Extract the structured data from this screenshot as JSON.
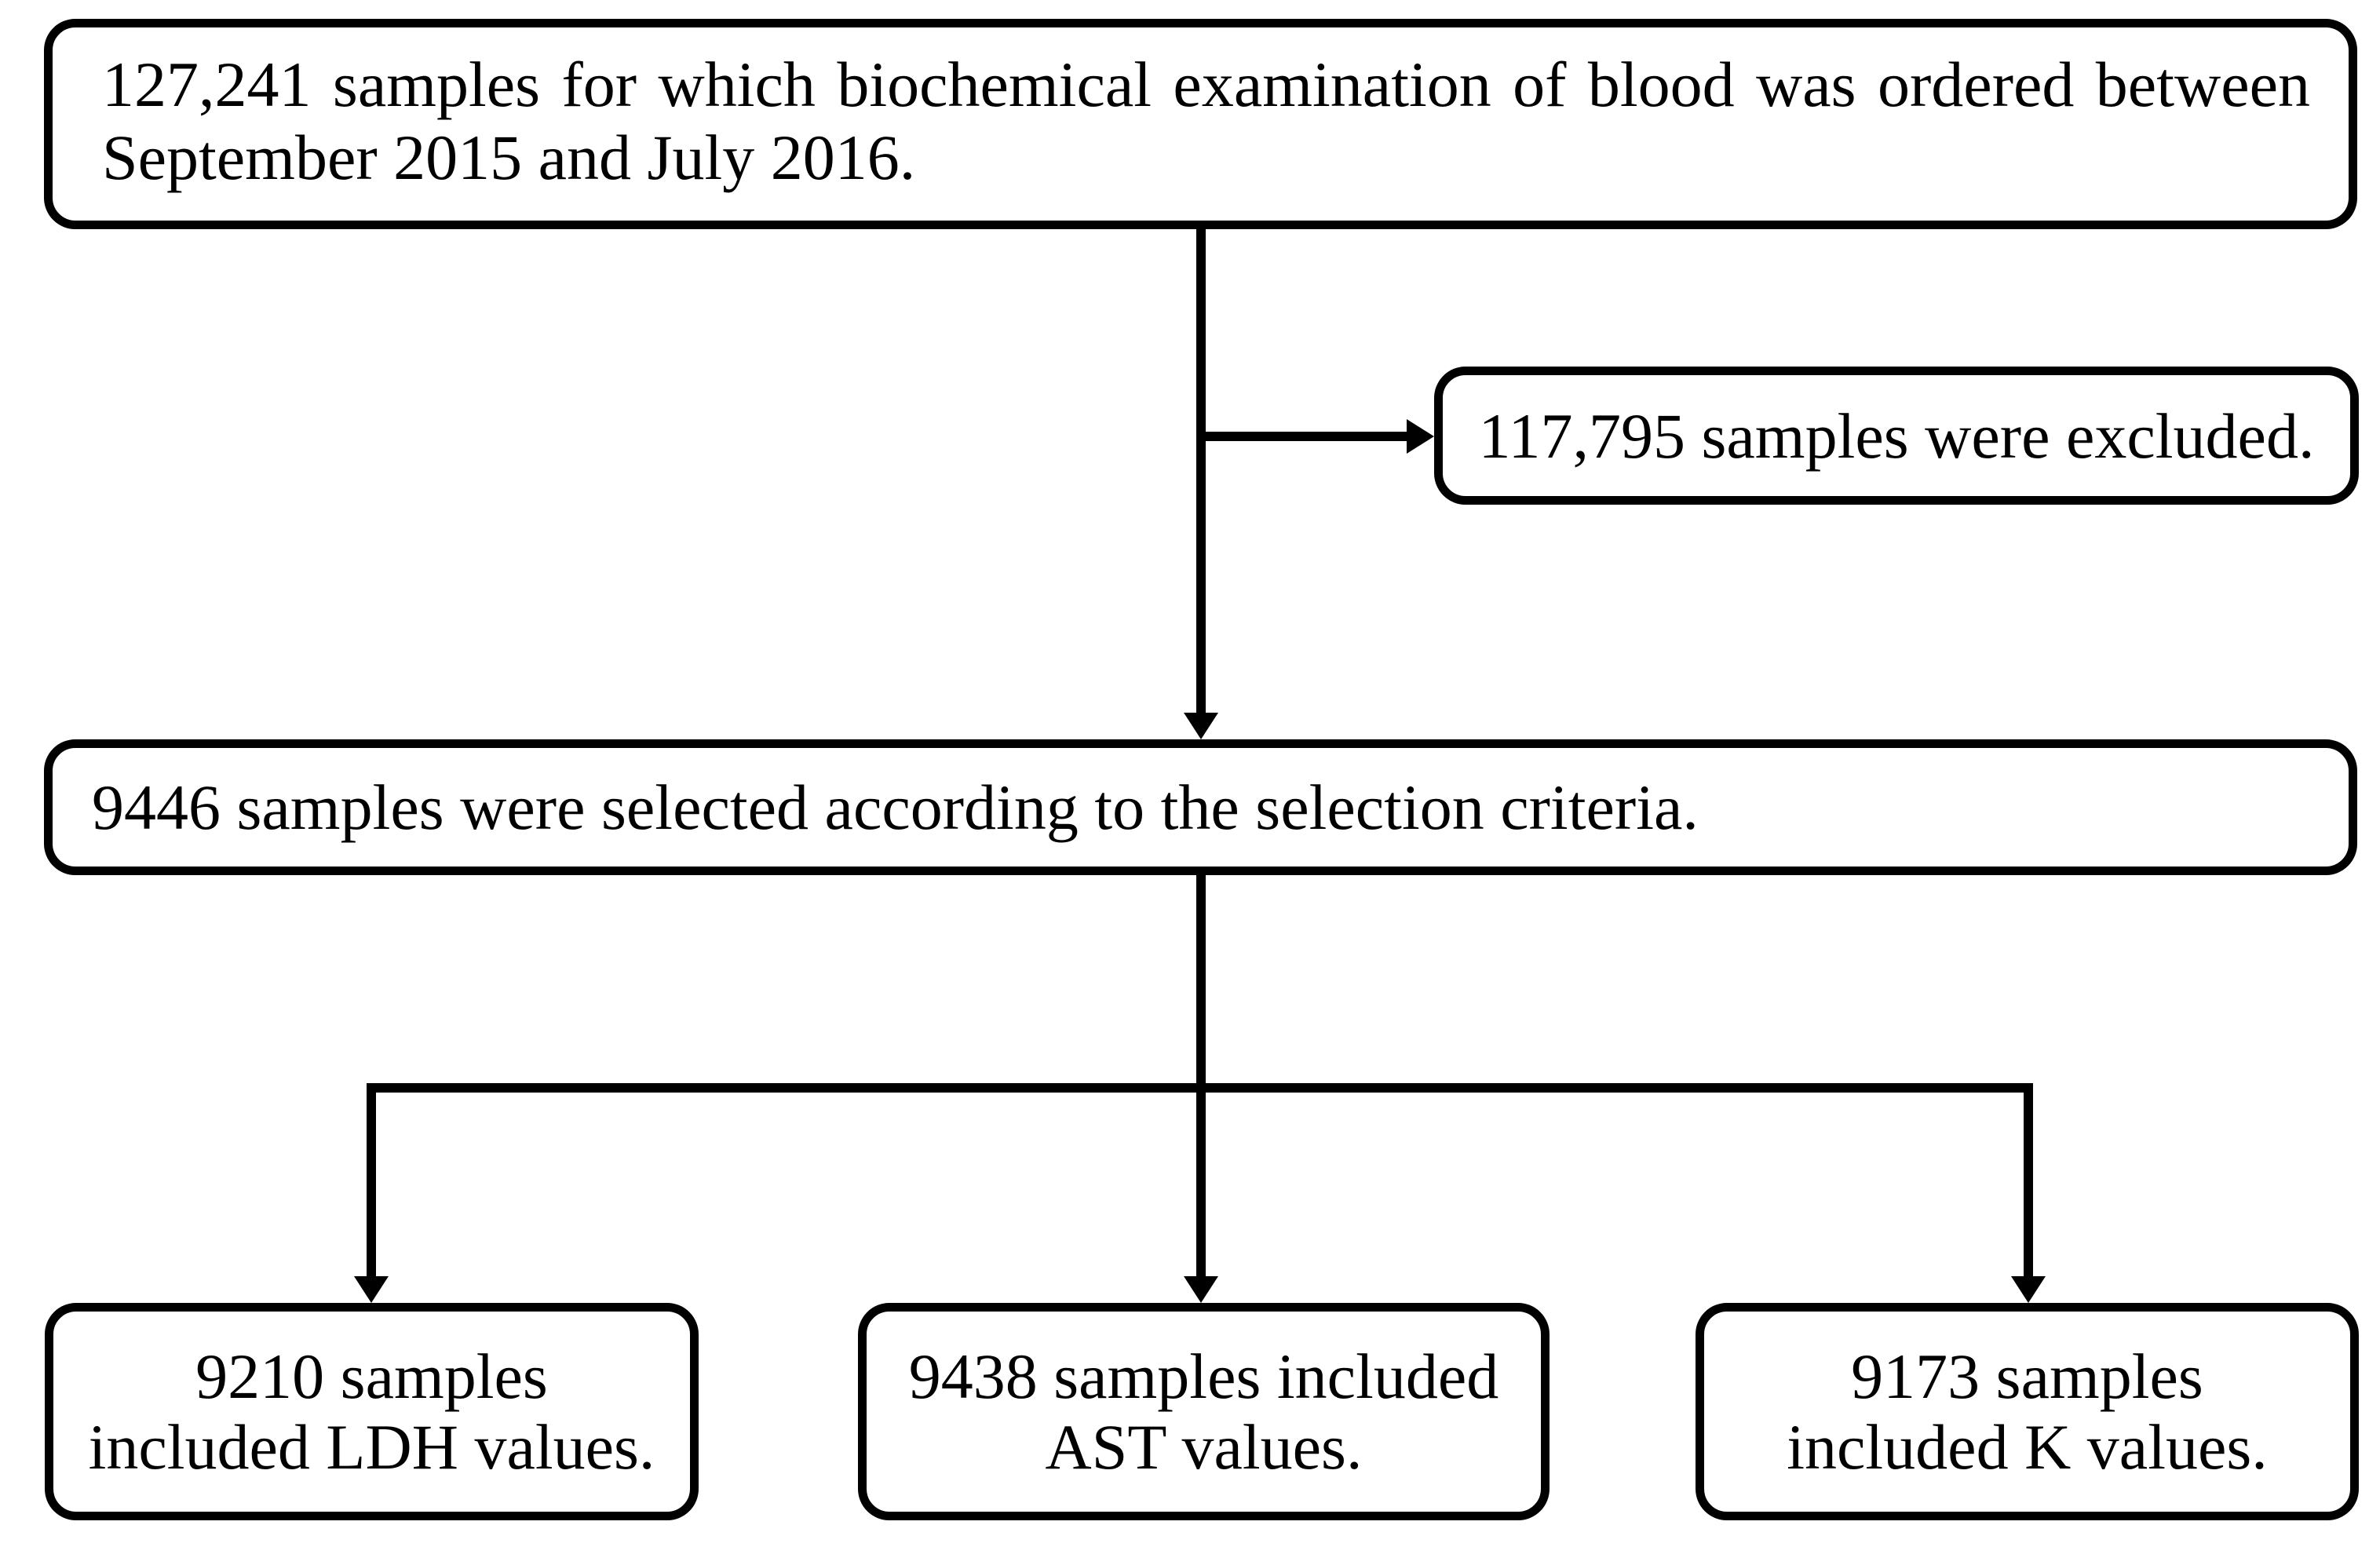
{
  "figure": {
    "type": "flowchart",
    "colors": {
      "line": "#000000",
      "background": "#ffffff"
    },
    "nodes": {
      "source": {
        "line1": "127,241 samples for which biochemical examination of blood was ordered between",
        "line2": "September 2015 and July 2016."
      },
      "excluded": {
        "text": "117,795 samples were excluded."
      },
      "selected": {
        "text": "9446 samples were selected according to the selection criteria."
      },
      "ldh": {
        "line1": "9210 samples",
        "line2": "included LDH values."
      },
      "ast": {
        "line1": "9438 samples included",
        "line2": "AST values."
      },
      "k": {
        "line1": "9173 samples",
        "line2": "included K values."
      }
    },
    "edges": [
      {
        "from": "source",
        "to": "excluded"
      },
      {
        "from": "source",
        "to": "selected"
      },
      {
        "from": "selected",
        "to": "ldh"
      },
      {
        "from": "selected",
        "to": "ast"
      },
      {
        "from": "selected",
        "to": "k"
      }
    ]
  }
}
